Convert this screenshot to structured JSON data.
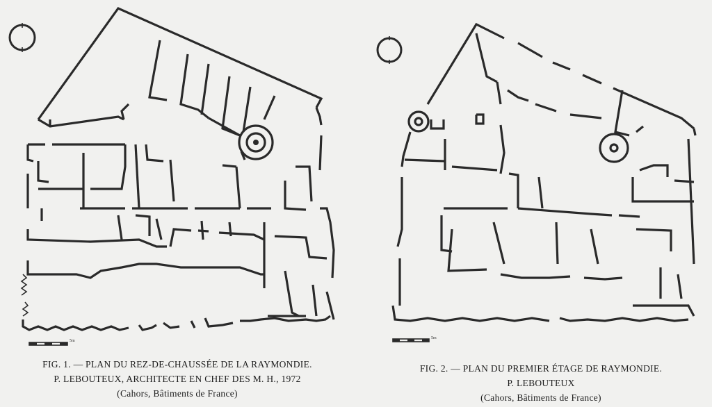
{
  "figures": [
    {
      "caption_lines": [
        "FIG. 1. — PLAN DU REZ-DE-CHAUSSÉE DE LA RAYMONDIE.",
        "P. LEBOUTEUX, ARCHITECTE EN CHEF DES M. H., 1972",
        "(Cahors, Bâtiments de France)"
      ],
      "scale_label": "5m"
    },
    {
      "caption_lines": [
        "FIG. 2. — PLAN DU PREMIER ÉTAGE DE RAYMONDIE.",
        "P. LEBOUTEUX",
        "(Cahors, Bâtiments de France)"
      ],
      "scale_label": "5m"
    }
  ],
  "icons": {
    "north_arrow": "compass-circle-icon",
    "scale_bar": "scale-bar-icon"
  },
  "colors": {
    "paper": "#f1f1ef",
    "ink": "#2a2a2a"
  }
}
